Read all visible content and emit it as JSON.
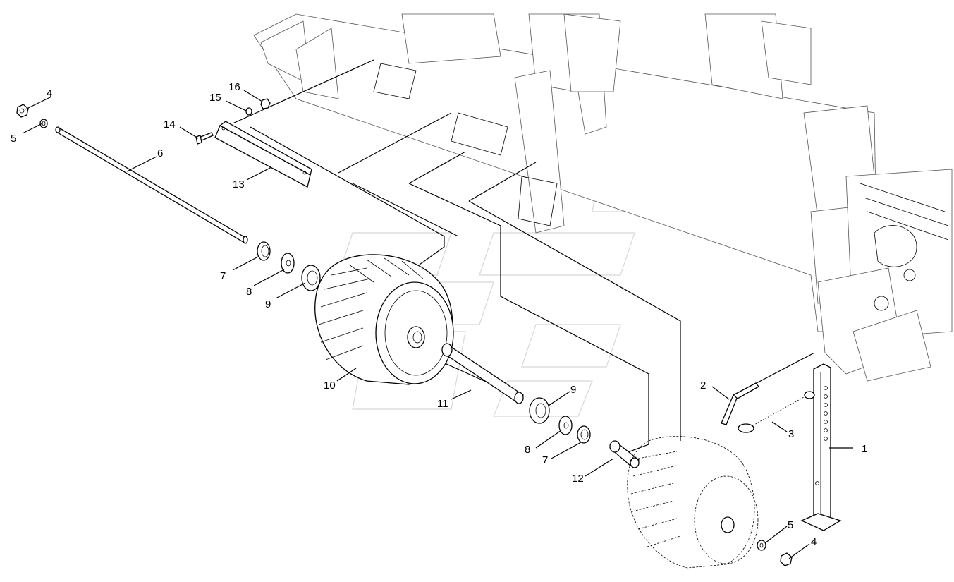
{
  "callouts": [
    {
      "id": "c1",
      "label": "1"
    },
    {
      "id": "c2",
      "label": "2"
    },
    {
      "id": "c3",
      "label": "3"
    },
    {
      "id": "c4a",
      "label": "4"
    },
    {
      "id": "c4b",
      "label": "4"
    },
    {
      "id": "c5a",
      "label": "5"
    },
    {
      "id": "c5b",
      "label": "5"
    },
    {
      "id": "c6",
      "label": "6"
    },
    {
      "id": "c7a",
      "label": "7"
    },
    {
      "id": "c7b",
      "label": "7"
    },
    {
      "id": "c8a",
      "label": "8"
    },
    {
      "id": "c8b",
      "label": "8"
    },
    {
      "id": "c9a",
      "label": "9"
    },
    {
      "id": "c9b",
      "label": "9"
    },
    {
      "id": "c10",
      "label": "10"
    },
    {
      "id": "c11",
      "label": "11"
    },
    {
      "id": "c12",
      "label": "12"
    },
    {
      "id": "c13",
      "label": "13"
    },
    {
      "id": "c14",
      "label": "14"
    },
    {
      "id": "c15",
      "label": "15"
    },
    {
      "id": "c16",
      "label": "16"
    }
  ],
  "colors": {
    "line": "#000000",
    "background": "#ffffff",
    "watermark": "#d8d8d8"
  }
}
